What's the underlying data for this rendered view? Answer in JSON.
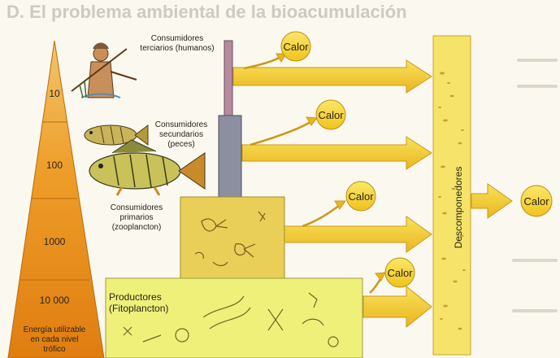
{
  "background_title": "D. El problema ambiental de la bioacumulación",
  "pyramid": {
    "levels": [
      "10",
      "100",
      "1000",
      "10 000"
    ],
    "caption": "Energía utilizable en cada nivel trófico"
  },
  "consumers": {
    "tertiary": "Consumidores terciarios (humanos)",
    "secondary": "Consumidores secundarios (peces)",
    "primary": "Consumidores primarios (zooplancton)"
  },
  "producers": "Productores (Fitoplancton)",
  "decomposers": "Descomponedores",
  "heat_label": "Calor",
  "colors": {
    "orange": "#e38a1a",
    "gold": "#f5c431",
    "yellow": "#f7dd3c",
    "block_primary": "#e9cf57",
    "block_producers": "#eef07a",
    "stem_top": "#b88aa0",
    "stem_secondary": "#8b8fa0"
  }
}
